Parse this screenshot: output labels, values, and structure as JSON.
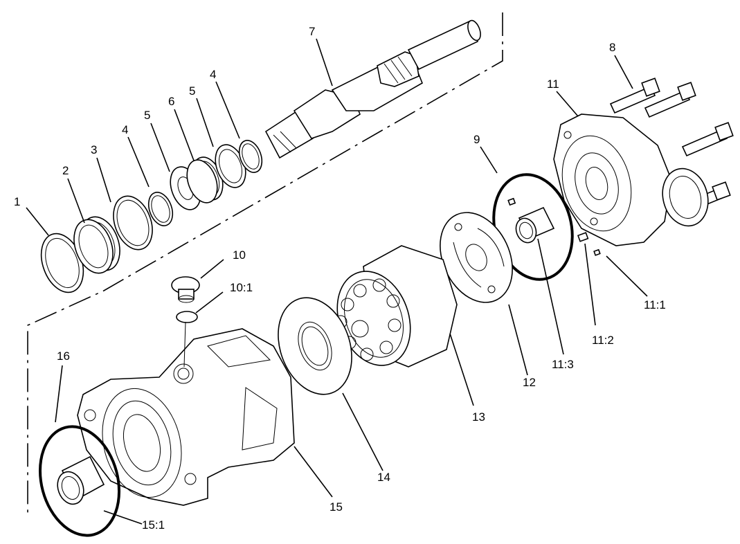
{
  "callouts": {
    "c1": "1",
    "c2": "2",
    "c3": "3",
    "c4a": "4",
    "c5a": "5",
    "c6": "6",
    "c5b": "5",
    "c4b": "4",
    "c7": "7",
    "c8": "8",
    "c9": "9",
    "c10": "10",
    "c10_1": "10:1",
    "c11": "11",
    "c11_1": "11:1",
    "c11_2": "11:2",
    "c11_3": "11:3",
    "c12": "12",
    "c13": "13",
    "c14": "14",
    "c15": "15",
    "c15_1": "15:1",
    "c16": "16"
  }
}
